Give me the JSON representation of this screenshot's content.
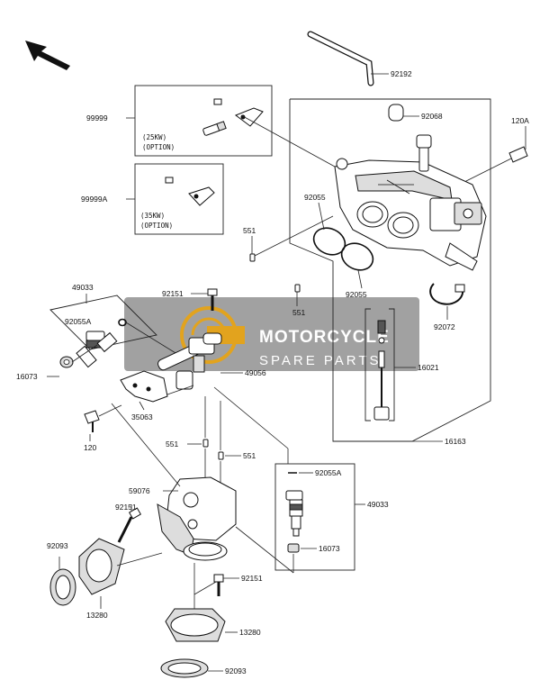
{
  "watermark": {
    "title": "MOTORCYCLE",
    "subtitle": "SPARE PARTS",
    "band_color": "#8c8c8c",
    "logo_color": "#e2a31e"
  },
  "callouts": {
    "p92192": "92192",
    "p92068": "92068",
    "p120A": "120A",
    "p99999": "99999",
    "p25kw": "(25KW)",
    "p25opt": "(OPTION)",
    "p99999A": "99999A",
    "p35kw": "(35KW)",
    "p35opt": "(OPTION)",
    "p92055_a": "92055",
    "p551_a": "551",
    "p92055_b": "92055",
    "p551_b": "551",
    "p92072": "92072",
    "p49033_top": "49033",
    "p92055A_top": "92055A",
    "p92151_a": "92151",
    "p49056": "49056",
    "p16021": "16021",
    "p16073_top": "16073",
    "p35063": "35063",
    "p120": "120",
    "p551_c": "551",
    "p551_d": "551",
    "p16163": "16163",
    "p92055A_bot": "92055A",
    "p59076": "59076",
    "p49033_bot": "49033",
    "p92151_b": "92151",
    "p92093_a": "92093",
    "p16073_bot": "16073",
    "p13280_a": "13280",
    "p92151_c": "92151",
    "p13280_b": "13280",
    "p92093_b": "92093"
  }
}
